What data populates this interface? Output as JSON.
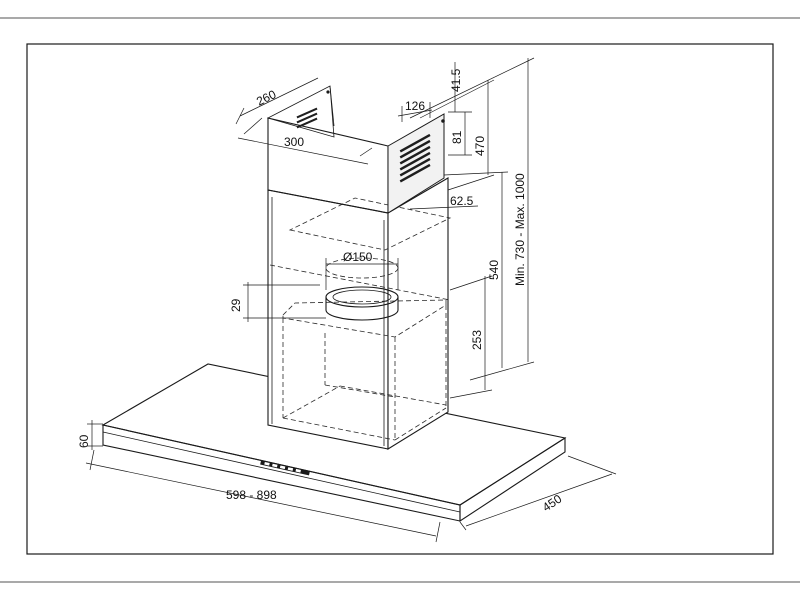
{
  "drawing": {
    "colors": {
      "line": "#1a1a1a",
      "background": "#ffffff"
    },
    "dimensions": {
      "chimney_depth": "260",
      "chimney_width": "300",
      "offset_top": "41.5",
      "outlet_spacing": "126",
      "outlet_height": "81",
      "upper_height": "470",
      "wall_offset": "62.5",
      "duct_diameter": "Ø150",
      "collar_height": "29",
      "chimney_height": "540",
      "min_max_height": "Min. 730  -  Max. 1000",
      "lower_height": "253",
      "canopy_thickness": "60",
      "canopy_width": "598  -  898",
      "canopy_depth": "450"
    }
  }
}
